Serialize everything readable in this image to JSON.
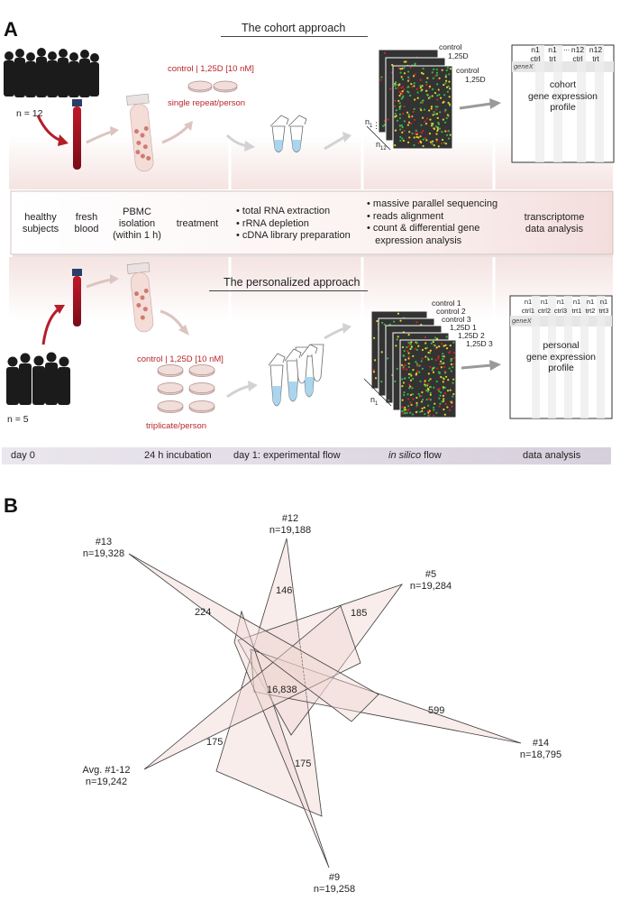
{
  "panel_a": {
    "label": "A",
    "cohort_title": "The cohort approach",
    "personalized_title": "The personalized approach",
    "cohort_n": "n = 12",
    "personal_n": "n = 5",
    "cohort_treatment": "control | 1,25D [10 nM]",
    "cohort_repeat": "single repeat/person",
    "personal_treatment": "control | 1,25D [10 nM]",
    "personal_repeat": "triplicate/person",
    "cohort_stack_labels": [
      "control",
      "1,25D",
      "control",
      "1,25D"
    ],
    "cohort_stack_n1": "n",
    "cohort_stack_n1_sub": "1",
    "cohort_stack_n12": "n",
    "cohort_stack_n12_sub": "12",
    "personal_stack_labels": [
      "control 1",
      "control 2",
      "control 3",
      "1,25D 1",
      "1,25D 2",
      "1,25D 3"
    ],
    "personal_stack_n": "n",
    "personal_stack_n_sub": "1",
    "cohort_sheet": {
      "headers": [
        [
          "n1",
          "ctrl"
        ],
        [
          "n1",
          "trt"
        ],
        [
          "n12",
          "ctrl"
        ],
        [
          "n12",
          "trt"
        ]
      ],
      "ellipsis": "...",
      "gene": "geneX",
      "body": [
        "cohort",
        "gene expression",
        "profile"
      ]
    },
    "personal_sheet": {
      "headers": [
        [
          "n1",
          "ctrl1"
        ],
        [
          "n1",
          "ctrl2"
        ],
        [
          "n1",
          "ctrl3"
        ],
        [
          "n1",
          "trt1"
        ],
        [
          "n1",
          "trt2"
        ],
        [
          "n1",
          "trt3"
        ]
      ],
      "gene": "geneX",
      "body": [
        "personal",
        "gene expression",
        "profile"
      ]
    },
    "steps": {
      "subjects": [
        "healthy",
        "subjects"
      ],
      "blood": [
        "fresh",
        "blood"
      ],
      "pbmc": [
        "PBMC",
        "isolation",
        "(within 1 h)"
      ],
      "treatment": [
        "treatment"
      ],
      "rna": [
        "• total RNA extraction",
        "• rRNA depletion",
        "• cDNA library preparation"
      ],
      "seq": [
        "• massive parallel sequencing",
        "• reads alignment",
        "• count & differential gene",
        "   expression analysis"
      ],
      "transcriptome": [
        "transcriptome",
        "data analysis"
      ]
    },
    "timeline": {
      "day0": "day 0",
      "incubation": "24 h incubation",
      "day1": "day 1: experimental flow",
      "insilico_em": "in silico",
      "insilico_rest": " flow",
      "analysis": "data analysis"
    }
  },
  "panel_b": {
    "label": "B",
    "sets": [
      {
        "name": "#12",
        "count": "n=19,188"
      },
      {
        "name": "#5",
        "count": "n=19,284"
      },
      {
        "name": "#14",
        "count": "n=18,795"
      },
      {
        "name": "#9",
        "count": "n=19,258"
      },
      {
        "name": "Avg. #1-12",
        "count": "n=19,242"
      },
      {
        "name": "#13",
        "count": "n=19,328"
      }
    ],
    "region_values": {
      "unique_13": "224",
      "unique_12": "146",
      "unique_5": "185",
      "unique_14": "599",
      "unique_9": "175",
      "unique_avg": "175",
      "core": "16,838"
    },
    "colors": {
      "fill": "#f0d6d2",
      "stroke": "#3a3a3a"
    }
  }
}
